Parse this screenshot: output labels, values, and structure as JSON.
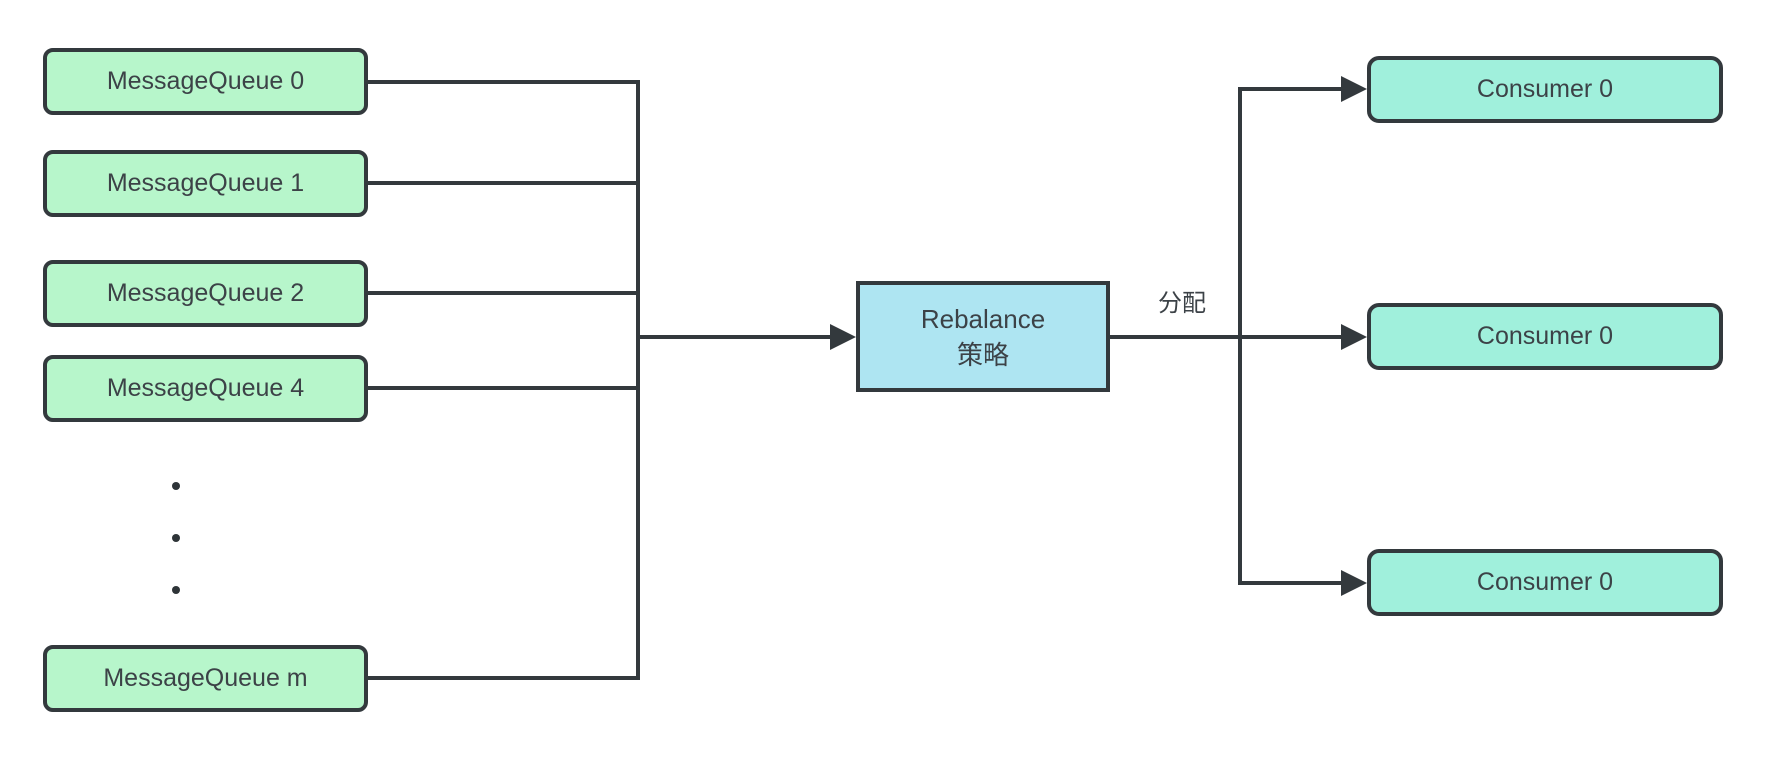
{
  "diagram": {
    "colors": {
      "background": "#ffffff",
      "line": "#33393d",
      "text": "#3c4247",
      "queue_fill": "#b7f6cb",
      "consumer_fill": "#a0f0dc",
      "strategy_fill": "#aee5f2"
    },
    "queues": [
      {
        "label": "MessageQueue 0"
      },
      {
        "label": "MessageQueue 1"
      },
      {
        "label": "MessageQueue 2"
      },
      {
        "label": "MessageQueue 4"
      },
      {
        "label": "MessageQueue m"
      }
    ],
    "ellipsis_icon": "vertical-dots",
    "strategy": {
      "label_line1": "Rebalance",
      "label_line2": "策略"
    },
    "edge_label": "分配",
    "consumers": [
      {
        "label": "Consumer 0"
      },
      {
        "label": "Consumer 0"
      },
      {
        "label": "Consumer 0"
      }
    ]
  }
}
